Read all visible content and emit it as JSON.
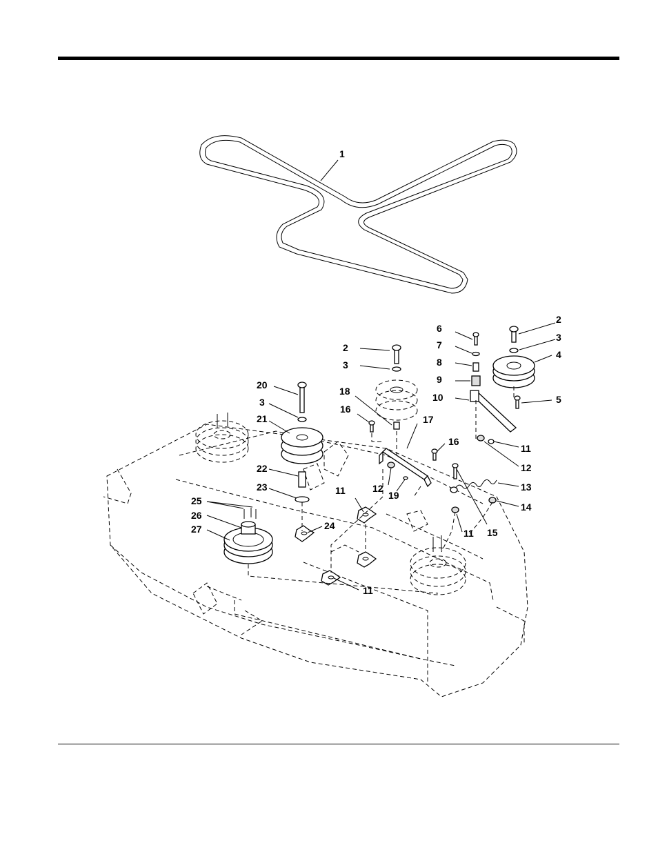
{
  "callouts": {
    "c1": "1",
    "c2a": "2",
    "c2b": "2",
    "c3a": "3",
    "c3b": "3",
    "c3c": "3",
    "c4": "4",
    "c5": "5",
    "c6": "6",
    "c7": "7",
    "c8": "8",
    "c9": "9",
    "c10": "10",
    "c11a": "11",
    "c11b": "11",
    "c11c": "11",
    "c11d": "11",
    "c12a": "12",
    "c12b": "12",
    "c13": "13",
    "c14": "14",
    "c15": "15",
    "c16a": "16",
    "c16b": "16",
    "c17": "17",
    "c18": "18",
    "c19": "19",
    "c20": "20",
    "c21": "21",
    "c22": "22",
    "c23": "23",
    "c24": "24",
    "c25": "25",
    "c26": "26",
    "c27": "27"
  }
}
